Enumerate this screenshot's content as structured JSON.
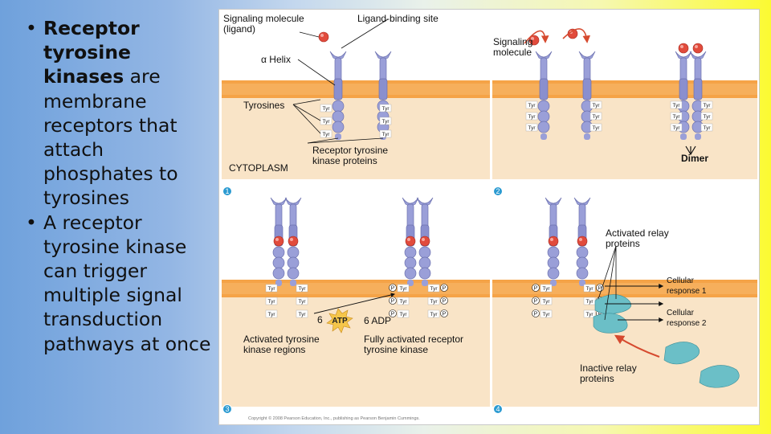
{
  "bullets": [
    {
      "bold": "Receptor tyrosine kinases",
      "rest": " are membrane receptors that attach phosphates to tyrosines"
    },
    {
      "bold": "",
      "rest": "A receptor tyrosine kinase can trigger multiple signal transduction pathways at once"
    }
  ],
  "figure": {
    "colors": {
      "membrane": "#f5a347",
      "cytoplasm": "#f9e4c7",
      "extracellular": "#ffffff",
      "receptor": "#9a9fd8",
      "ligand": "#e14b3c",
      "relay": "#6bbfc7",
      "arrow": "#d64a2f"
    },
    "panel1": {
      "number": "1",
      "signaling_molecule": "Signaling molecule (ligand)",
      "ligand_binding_site": "Ligand-binding site",
      "helix": "α Helix",
      "tyrosines": "Tyrosines",
      "cytoplasm": "CYTOPLASM",
      "receptor_proteins": "Receptor tyrosine kinase proteins"
    },
    "panel2": {
      "number": "2",
      "signaling_molecule": "Signaling molecule",
      "dimer": "Dimer"
    },
    "panel3": {
      "number": "3",
      "atp": "ATP",
      "atp_count": "6",
      "adp": "6 ADP",
      "activated_regions": "Activated tyrosine kinase regions",
      "fully_activated": "Fully activated receptor tyrosine kinase"
    },
    "panel4": {
      "number": "4",
      "activated_relay": "Activated relay proteins",
      "response1": "Cellular response 1",
      "response2": "Cellular response 2",
      "inactive_relay": "Inactive relay proteins"
    },
    "tyr": "Tyr",
    "p": "P",
    "credit": "Copyright © 2008 Pearson Education, Inc., publishing as Pearson Benjamin Cummings."
  }
}
